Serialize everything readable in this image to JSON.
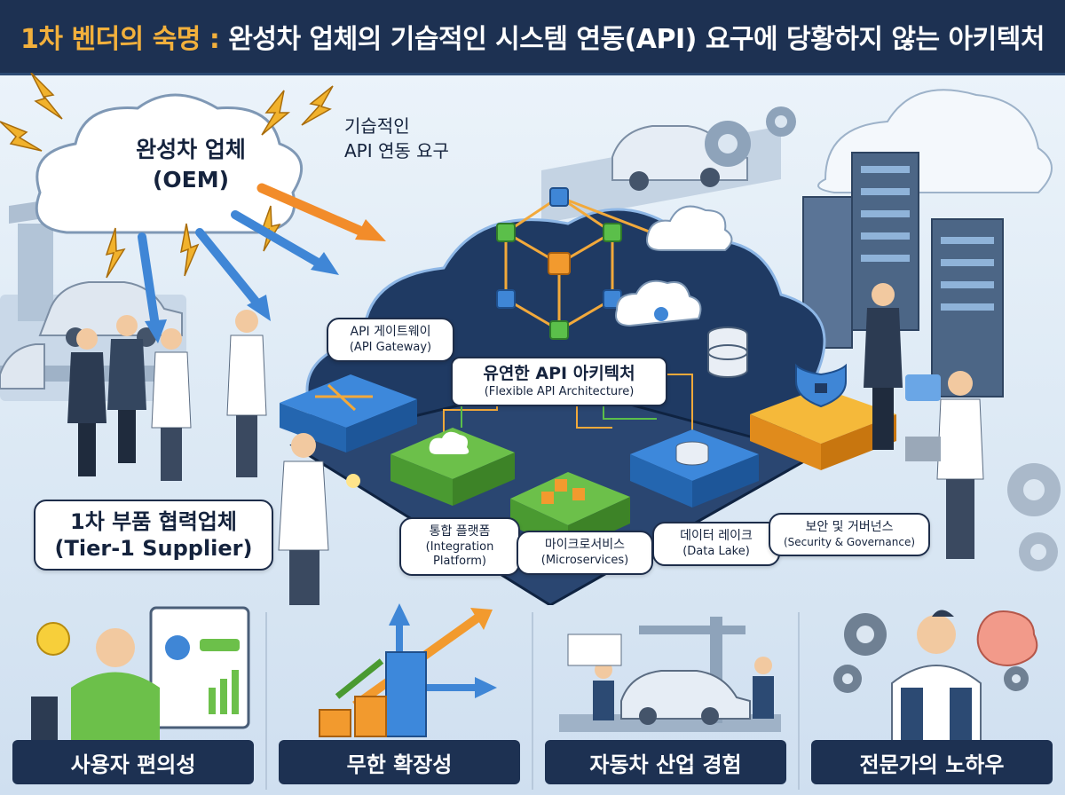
{
  "title": {
    "accent": "1차 벤더의 숙명 :",
    "main": " 완성차 업체의 기습적인 시스템 연동(API) 요구에 당황하지 않는 아키텍처"
  },
  "oem": {
    "ko": "완성차 업체",
    "en": "(OEM)"
  },
  "demand": {
    "line1": "기습적인",
    "line2": "API 연동 요구"
  },
  "center": {
    "ko": "유연한 API 아키텍처",
    "en": "(Flexible API Architecture)"
  },
  "modules": {
    "gateway": {
      "ko": "API 게이트웨이",
      "en": "(API Gateway)"
    },
    "integration": {
      "ko": "통합 플랫폼",
      "en1": "(Integration",
      "en2": "Platform)"
    },
    "micro": {
      "ko": "마이크로서비스",
      "en": "(Microservices)"
    },
    "lake": {
      "ko": "데이터 레이크",
      "en": "(Data Lake)"
    },
    "security": {
      "ko": "보안 및 거버넌스",
      "en": "(Security & Governance)"
    }
  },
  "supplier": {
    "ko": "1차 부품 협력업체",
    "en": "(Tier-1 Supplier)"
  },
  "panels": [
    {
      "label": "사용자 편의성"
    },
    {
      "label": "무한 확장성"
    },
    {
      "label": "자동차 산업 경험"
    },
    {
      "label": "전문가의 노하우"
    }
  ],
  "colors": {
    "navy": "#1d3152",
    "accent": "#f2b03c",
    "blue": "#3c83d9",
    "green": "#6cc04a",
    "orange": "#f29a2e",
    "cloud": "#1f3a63"
  }
}
